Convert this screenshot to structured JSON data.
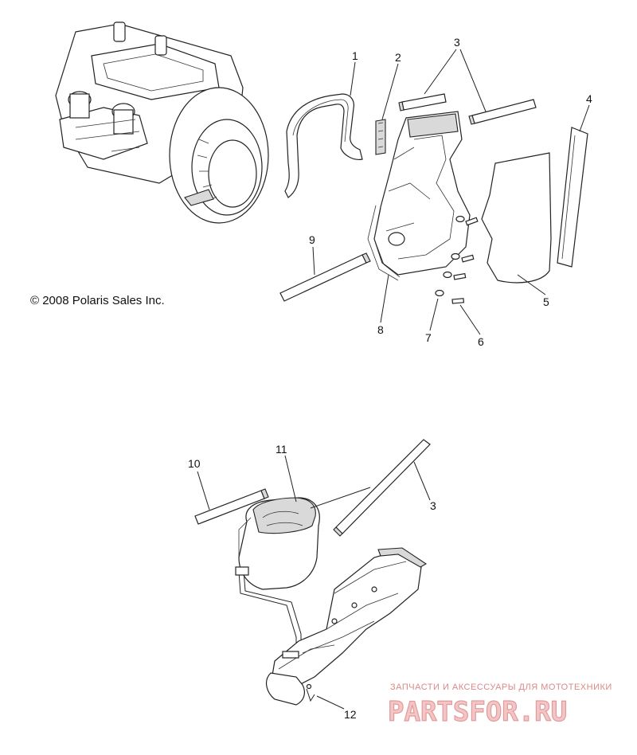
{
  "copyright": "© 2008 Polaris Sales Inc.",
  "watermark": {
    "tagline": "ЗАПЧАСТИ И АКСЕССУАРЫ ДЛЯ МОТОТЕХНИКИ",
    "logo": "PARTSFOR.RU"
  },
  "callouts": {
    "c1": "1",
    "c2": "2",
    "c3a": "3",
    "c4": "4",
    "c5": "5",
    "c6": "6",
    "c7": "7",
    "c8": "8",
    "c9": "9",
    "c10": "10",
    "c11": "11",
    "c3b": "3",
    "c12": "12"
  }
}
